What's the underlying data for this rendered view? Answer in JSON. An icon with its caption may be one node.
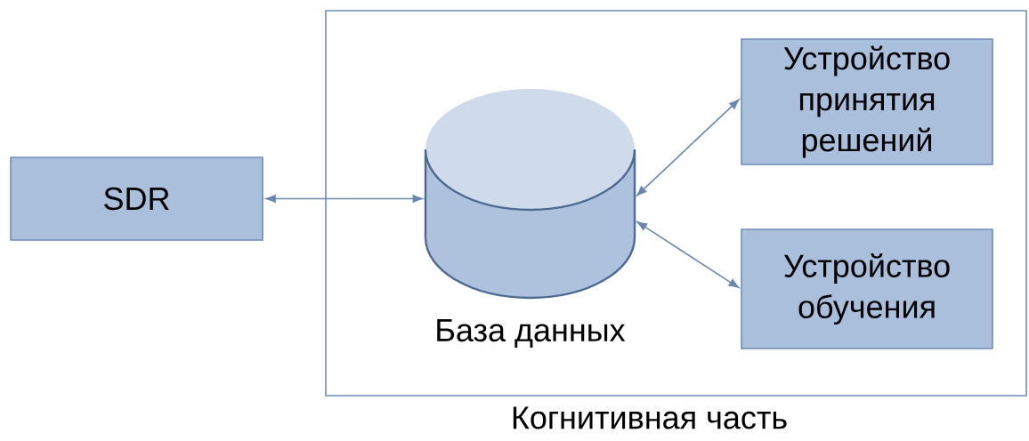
{
  "diagram": {
    "nodes": [
      {
        "text": [
          "SDR"
        ]
      },
      {
        "text": [
          "Когнитивная часть"
        ]
      },
      {
        "text": [],
        "shape": "cylinder",
        "beside": [
          "База данных"
        ],
        "in": 1
      },
      {
        "text": [
          "Устройство принятия решений"
        ],
        "in": 1
      },
      {
        "text": [
          "Устройство обучения"
        ],
        "in": 1
      }
    ],
    "edges": [
      {
        "from": 0,
        "to": 2,
        "arrow": "both"
      },
      {
        "from": 2,
        "to": 3,
        "arrow": "both"
      },
      {
        "from": 2,
        "to": 4,
        "arrow": "both"
      }
    ]
  }
}
